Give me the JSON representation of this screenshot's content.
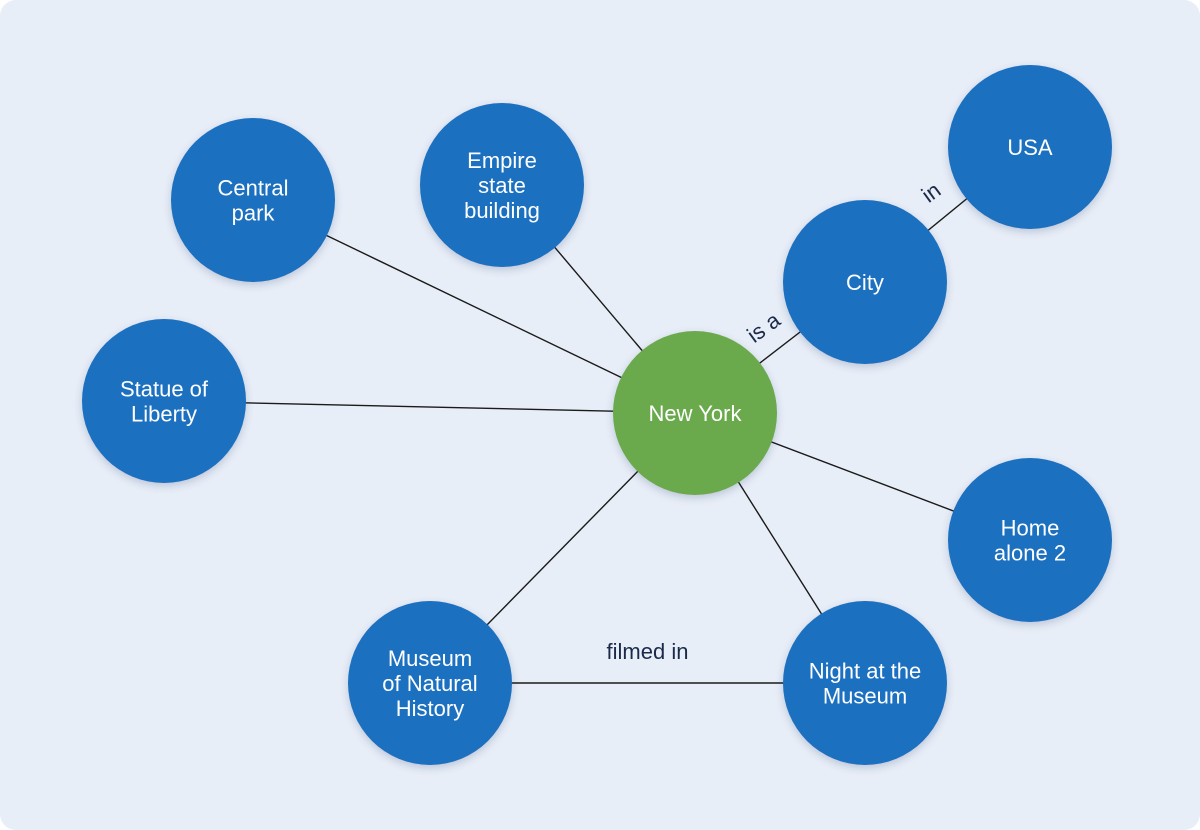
{
  "colors": {
    "background": "#e8eef7",
    "node_blue": "#1f6fc0",
    "node_center": "#6aaa4e",
    "edge": "#1a1a1a",
    "edge_label": "#1b2a4a",
    "node_text": "#ffffff"
  },
  "nodes": [
    {
      "id": "new-york",
      "lines": [
        "New York"
      ],
      "center": true
    },
    {
      "id": "central-park",
      "lines": [
        "Central",
        "park"
      ]
    },
    {
      "id": "empire-state-building",
      "lines": [
        "Empire",
        "state",
        "building"
      ]
    },
    {
      "id": "usa",
      "lines": [
        "USA"
      ]
    },
    {
      "id": "city",
      "lines": [
        "City"
      ]
    },
    {
      "id": "statue-of-liberty",
      "lines": [
        "Statue of",
        "Liberty"
      ]
    },
    {
      "id": "home-alone-2",
      "lines": [
        "Home",
        "alone 2"
      ]
    },
    {
      "id": "museum-of-natural-history",
      "lines": [
        "Museum",
        "of Natural",
        "History"
      ]
    },
    {
      "id": "night-at-the-museum",
      "lines": [
        "Night at the",
        "Museum"
      ]
    }
  ],
  "edges": [
    {
      "from": "new-york",
      "to": "central-park",
      "label": ""
    },
    {
      "from": "new-york",
      "to": "empire-state-building",
      "label": ""
    },
    {
      "from": "new-york",
      "to": "city",
      "label": "is a"
    },
    {
      "from": "city",
      "to": "usa",
      "label": "in"
    },
    {
      "from": "new-york",
      "to": "statue-of-liberty",
      "label": ""
    },
    {
      "from": "new-york",
      "to": "home-alone-2",
      "label": ""
    },
    {
      "from": "new-york",
      "to": "museum-of-natural-history",
      "label": ""
    },
    {
      "from": "new-york",
      "to": "night-at-the-museum",
      "label": ""
    },
    {
      "from": "museum-of-natural-history",
      "to": "night-at-the-museum",
      "label": "filmed in"
    }
  ]
}
